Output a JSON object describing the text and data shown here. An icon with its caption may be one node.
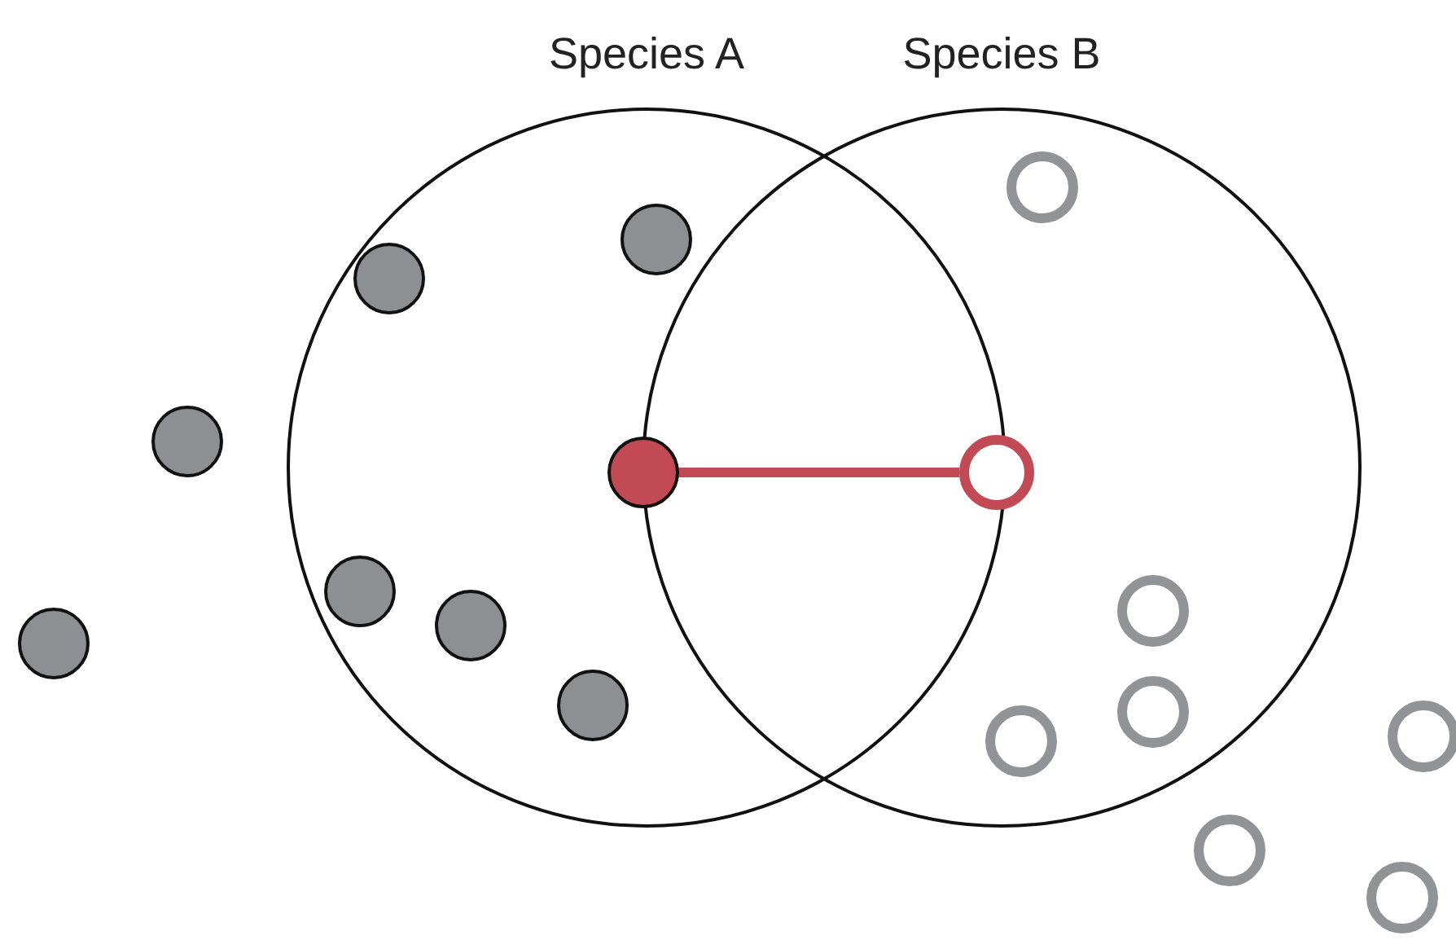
{
  "diagram": {
    "nodes": [
      {
        "text": [
          "Species A"
        ]
      },
      {
        "text": [
          "Species B"
        ]
      },
      {
        "text": [],
        "shape": "circle",
        "in": 0
      },
      {
        "text": [],
        "shape": "circle",
        "in": 1
      }
    ],
    "edges": [
      {
        "from": 2,
        "to": 3,
        "arrow": "none",
        "color": "#c24a55"
      }
    ]
  }
}
